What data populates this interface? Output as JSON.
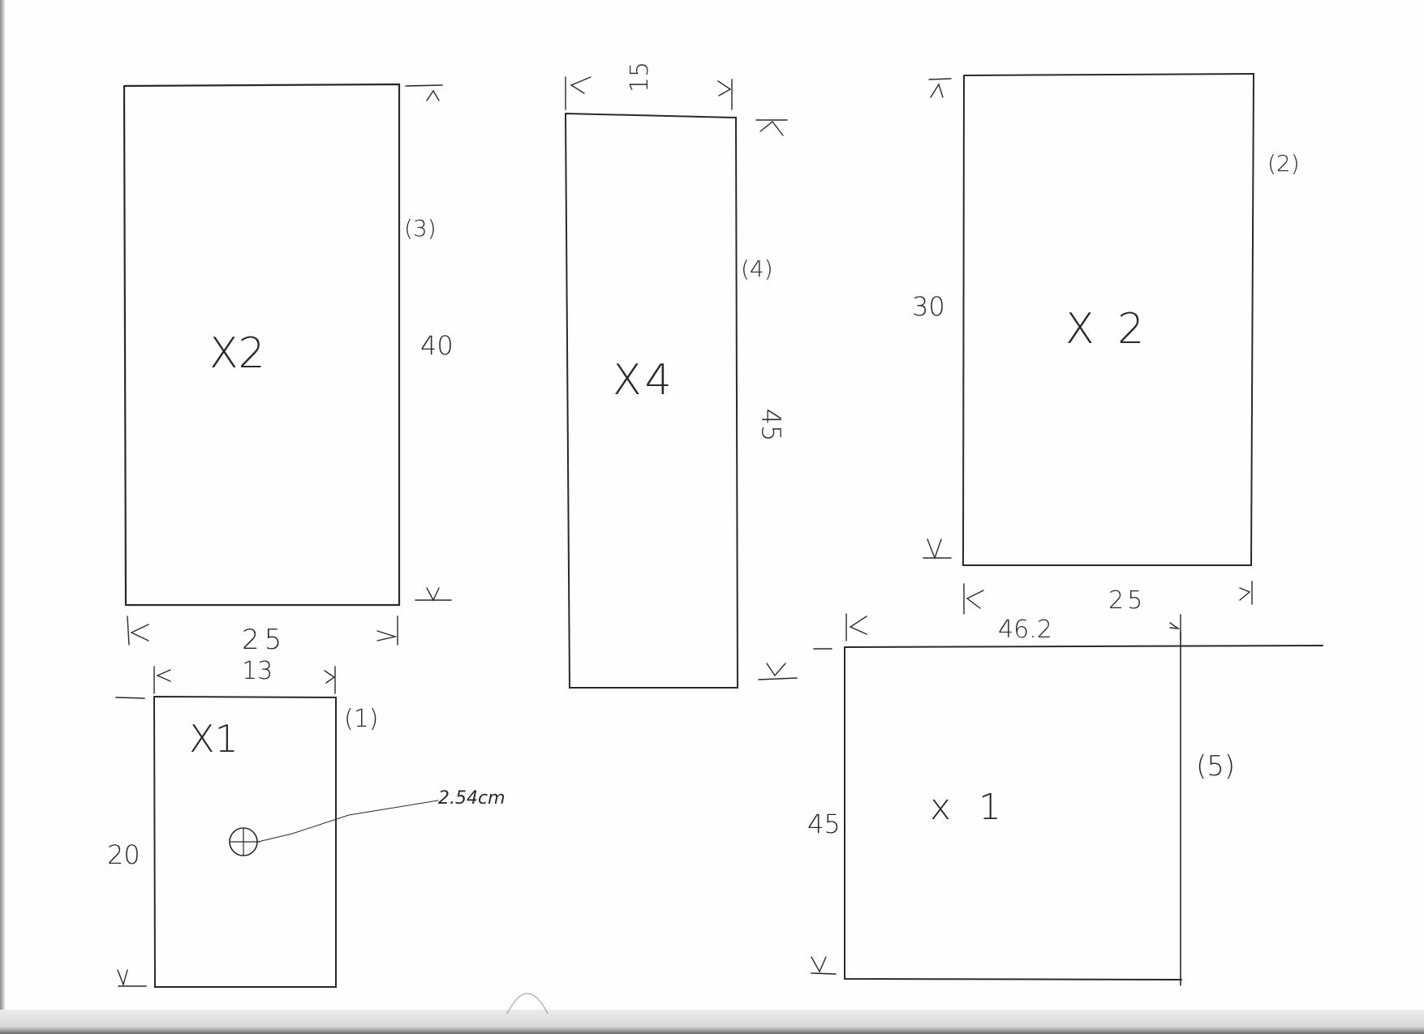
{
  "title": "Hand-drawn cut list sketch of rectangular panels with dimensions",
  "colors": {
    "ink": "#2a2a2a",
    "paper": "#fefefe",
    "scan_shadow": "#6a6a6a"
  },
  "panels": [
    {
      "id": "1",
      "tag": "(1)",
      "quantity": "X1",
      "width": "13",
      "height": "20",
      "hole_label": "2.54cm"
    },
    {
      "id": "2",
      "tag": "(2)",
      "quantity": "X 2",
      "width": "25",
      "height": "30"
    },
    {
      "id": "3",
      "tag": "(3)",
      "quantity": "X2",
      "width": "25",
      "height": "40"
    },
    {
      "id": "4",
      "tag": "(4)",
      "quantity": "X4",
      "width": "15",
      "height": "45"
    },
    {
      "id": "5",
      "tag": "(5)",
      "quantity": "x 1",
      "width": "46.2",
      "height": "45"
    }
  ],
  "chart_data": {
    "type": "diagram",
    "title": "",
    "elements": [
      {
        "panel": "(1)",
        "quantity": 1,
        "width": 13,
        "height": 20,
        "annotation": "hole 2.54cm"
      },
      {
        "panel": "(2)",
        "quantity": 2,
        "width": 25,
        "height": 30
      },
      {
        "panel": "(3)",
        "quantity": 2,
        "width": 25,
        "height": 40
      },
      {
        "panel": "(4)",
        "quantity": 4,
        "width": 15,
        "height": 45
      },
      {
        "panel": "(5)",
        "quantity": 1,
        "width": 46.2,
        "height": 45
      }
    ]
  }
}
